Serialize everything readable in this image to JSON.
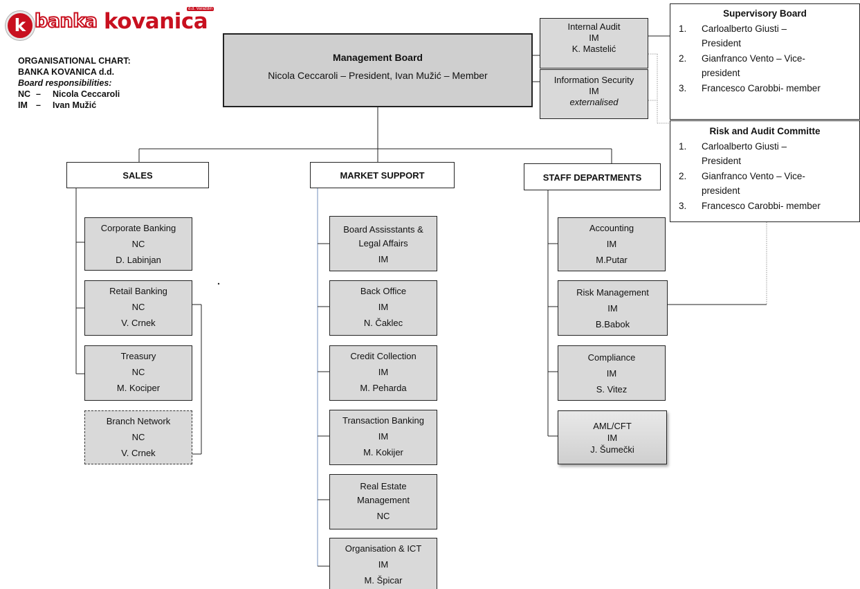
{
  "logo": {
    "word1": "banka",
    "word2": "kovanica",
    "mark": "k",
    "tag": "d.d. Varaždin"
  },
  "legend": {
    "line1": "ORGANISATIONAL CHART:",
    "line2": "BANKA KOVANICA d.d.",
    "line3": "Board responsibilities:",
    "items": [
      {
        "code": "NC",
        "dash": "–",
        "name": "Nicola Ceccaroli"
      },
      {
        "code": "IM",
        "dash": "–",
        "name": "Ivan Mužić"
      }
    ]
  },
  "management_board": {
    "title": "Management Board",
    "members": "Nicola Ceccaroli – President, Ivan Mužić – Member"
  },
  "internal_audit": {
    "title": "Internal Audit",
    "resp": "IM",
    "head": "K. Mastelić"
  },
  "information_security": {
    "title": "Information Security",
    "resp": "IM",
    "note": "externalised"
  },
  "supervisory_board": {
    "title": "Supervisory Board",
    "members": [
      {
        "n": "1.",
        "line1": "Carloalberto Giusti –",
        "line2": "President"
      },
      {
        "n": "2.",
        "line1": "Gianfranco Vento – Vice-",
        "line2": "president"
      },
      {
        "n": "3.",
        "line1": "Francesco Carobbi- member",
        "line2": ""
      }
    ]
  },
  "risk_audit_committee": {
    "title": "Risk and Audit Committe",
    "members": [
      {
        "n": "1.",
        "line1": "Carloalberto Giusti –",
        "line2": "President"
      },
      {
        "n": "2.",
        "line1": "Gianfranco Vento – Vice-",
        "line2": "president"
      },
      {
        "n": "3.",
        "line1": "Francesco Carobbi- member",
        "line2": ""
      }
    ]
  },
  "sales": {
    "header": "SALES",
    "units": [
      {
        "name": "Corporate Banking",
        "resp": "NC",
        "head": "D. Labinjan"
      },
      {
        "name": "Retail Banking",
        "resp": "NC",
        "head": "V. Crnek"
      },
      {
        "name": "Treasury",
        "resp": "NC",
        "head": "M. Kociper"
      },
      {
        "name": "Branch Network",
        "resp": "NC",
        "head": "V. Crnek"
      }
    ]
  },
  "market_support": {
    "header": "MARKET SUPPORT",
    "units": [
      {
        "name": "Board Assisstants &",
        "name2": "Legal Affairs",
        "resp": "IM",
        "head": ""
      },
      {
        "name": "Back Office",
        "name2": "",
        "resp": "IM",
        "head": "N. Čaklec"
      },
      {
        "name": "Credit Collection",
        "name2": "",
        "resp": "IM",
        "head": "M. Peharda"
      },
      {
        "name": "Transaction Banking",
        "name2": "",
        "resp": "IM",
        "head": "M. Kokijer"
      },
      {
        "name": "Real Estate",
        "name2": "Management",
        "resp": "NC",
        "head": ""
      },
      {
        "name": "Organisation & ICT",
        "name2": "",
        "resp": "IM",
        "head": "M. Špicar"
      }
    ]
  },
  "staff_departments": {
    "header": "STAFF DEPARTMENTS",
    "units": [
      {
        "name": "Accounting",
        "resp": "IM",
        "head": "M.Putar"
      },
      {
        "name": "Risk Management",
        "resp": "IM",
        "head": "B.Babok"
      },
      {
        "name": "Compliance",
        "resp": "IM",
        "head": "S. Vitez"
      },
      {
        "name": "AML/CFT",
        "resp": "IM",
        "head": "J. Šumečki"
      }
    ]
  }
}
